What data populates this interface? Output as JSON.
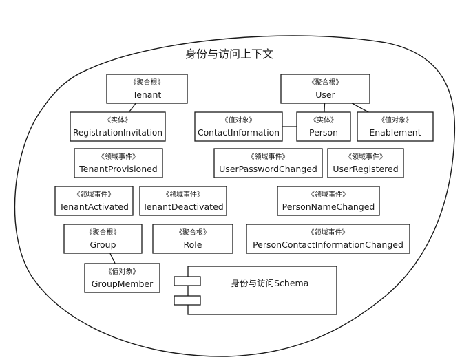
{
  "diagram": {
    "title": "身份与访问上下文",
    "nodes": [
      {
        "id": "tenant",
        "stereotype": "《聚合根》",
        "name": "Tenant"
      },
      {
        "id": "user",
        "stereotype": "《聚合根》",
        "name": "User"
      },
      {
        "id": "registration-invitation",
        "stereotype": "《实体》",
        "name": "RegistrationInvitation"
      },
      {
        "id": "contact-information",
        "stereotype": "《值对象》",
        "name": "ContactInformation"
      },
      {
        "id": "person",
        "stereotype": "《实体》",
        "name": "Person"
      },
      {
        "id": "enablement",
        "stereotype": "《值对象》",
        "name": "Enablement"
      },
      {
        "id": "tenant-provisioned",
        "stereotype": "《领域事件》",
        "name": "TenantProvisioned"
      },
      {
        "id": "user-password-changed",
        "stereotype": "《领域事件》",
        "name": "UserPasswordChanged"
      },
      {
        "id": "user-registered",
        "stereotype": "《领域事件》",
        "name": "UserRegistered"
      },
      {
        "id": "tenant-activated",
        "stereotype": "《领域事件》",
        "name": "TenantActivated"
      },
      {
        "id": "tenant-deactivated",
        "stereotype": "《领域事件》",
        "name": "TenantDeactivated"
      },
      {
        "id": "person-name-changed",
        "stereotype": "《领域事件》",
        "name": "PersonNameChanged"
      },
      {
        "id": "group",
        "stereotype": "《聚合根》",
        "name": "Group"
      },
      {
        "id": "role",
        "stereotype": "《聚合根》",
        "name": "Role"
      },
      {
        "id": "person-contact-information-changed",
        "stereotype": "《领域事件》",
        "name": "PersonContactInformationChanged"
      },
      {
        "id": "group-member",
        "stereotype": "《值对象》",
        "name": "GroupMember"
      }
    ],
    "edges": [
      {
        "from": "tenant",
        "to": "registration-invitation"
      },
      {
        "from": "user",
        "to": "person"
      },
      {
        "from": "user",
        "to": "enablement"
      },
      {
        "from": "contact-information",
        "to": "person"
      },
      {
        "from": "group",
        "to": "group-member"
      }
    ],
    "schema_component": {
      "label": "身份与访问Schema"
    }
  }
}
